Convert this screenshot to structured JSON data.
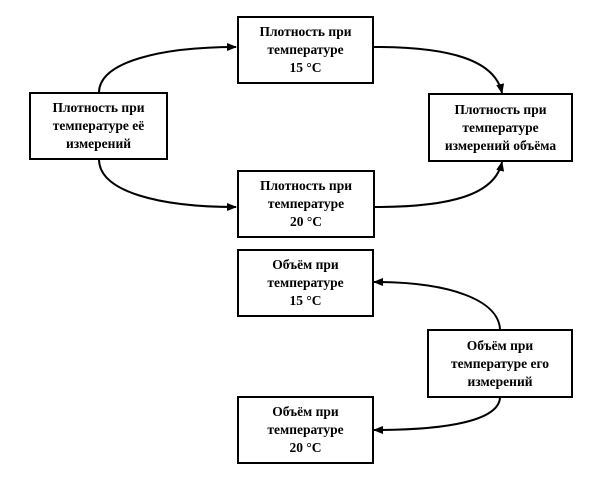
{
  "diagram": {
    "nodes": [
      {
        "id": "density-15",
        "lines": [
          "Плотность при",
          "температуре",
          "15 °С"
        ]
      },
      {
        "id": "density-meas",
        "lines": [
          "Плотность при",
          "температуре её",
          "измерений"
        ]
      },
      {
        "id": "density-vol",
        "lines": [
          "Плотность при",
          "температуре",
          "измерений объёма"
        ]
      },
      {
        "id": "density-20",
        "lines": [
          "Плотность при",
          "температуре",
          "20 °С"
        ]
      },
      {
        "id": "volume-15",
        "lines": [
          "Объём при",
          "температуре",
          "15 °С"
        ]
      },
      {
        "id": "volume-meas",
        "lines": [
          "Объём при",
          "температуре его",
          "измерений"
        ]
      },
      {
        "id": "volume-20",
        "lines": [
          "Объём при",
          "температуре",
          "20 °С"
        ]
      }
    ],
    "edges": [
      {
        "from": "density-meas",
        "to": "density-15"
      },
      {
        "from": "density-15",
        "to": "density-vol"
      },
      {
        "from": "density-meas",
        "to": "density-20"
      },
      {
        "from": "density-20",
        "to": "density-vol"
      },
      {
        "from": "volume-meas",
        "to": "volume-15"
      },
      {
        "from": "volume-meas",
        "to": "volume-20"
      }
    ]
  }
}
